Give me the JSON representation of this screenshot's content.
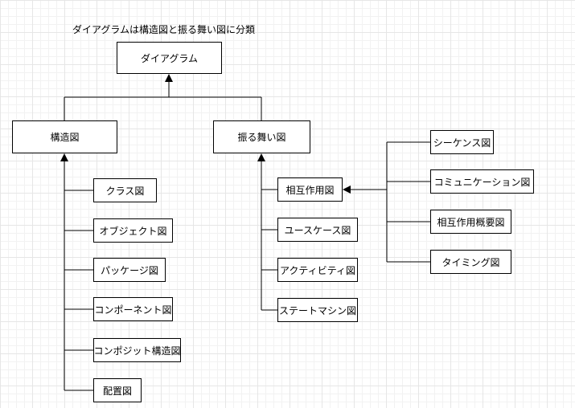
{
  "caption": "ダイアグラムは構造図と振る舞い図に分類",
  "root": "ダイアグラム",
  "structure": {
    "label": "構造図",
    "items": [
      "クラス図",
      "オブジェクト図",
      "パッケージ図",
      "コンポーネント図",
      "コンポジット構造図",
      "配置図"
    ]
  },
  "behavior": {
    "label": "振る舞い図",
    "items": [
      "相互作用図",
      "ユースケース図",
      "アクティビティ図",
      "ステートマシン図"
    ]
  },
  "interaction": {
    "items": [
      "シーケンス図",
      "コミュニケーション図",
      "相互作用概要図",
      "タイミング図"
    ]
  }
}
